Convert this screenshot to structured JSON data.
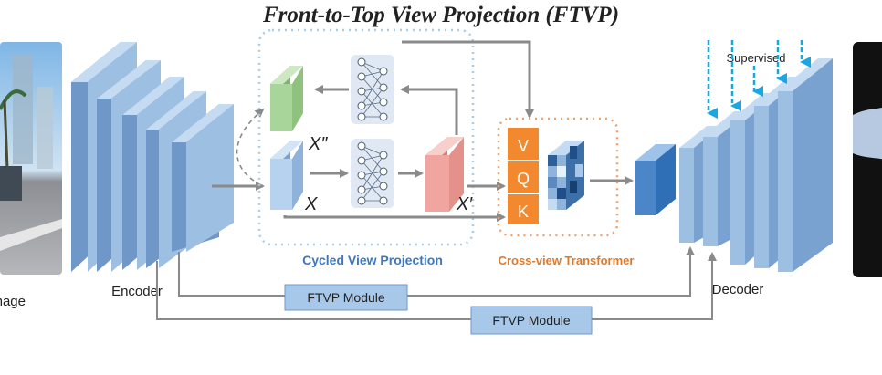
{
  "title": "Front-to-Top View Projection (FTVP)",
  "labels": {
    "input_image": "Image",
    "encoder": "Encoder",
    "decoder": "Decoder",
    "supervised": "Supervised",
    "cycled_view_projection": "Cycled View Projection",
    "cross_view_transformer": "Cross-view Transformer",
    "ftvp_module_1": "FTVP Module",
    "ftvp_module_2": "FTVP Module"
  },
  "symbols": {
    "x": "X",
    "x_prime": "X′",
    "x_double_prime": "X″"
  },
  "qkv": {
    "v": "V",
    "q": "Q",
    "k": "K"
  },
  "colors": {
    "block_face": "#9dbfe2",
    "block_side": "#6f97c8",
    "block_top": "#c5dbf2",
    "green": "#a8d59a",
    "red": "#f0a5a0",
    "orange": "#f2892e",
    "cvp_label": "#3c78c0",
    "cvt_label": "#e07a2a",
    "ftvp_box": "#a8c8ea",
    "arrow": "#8a8a8a",
    "supervised_arrow": "#1aa6e0"
  }
}
